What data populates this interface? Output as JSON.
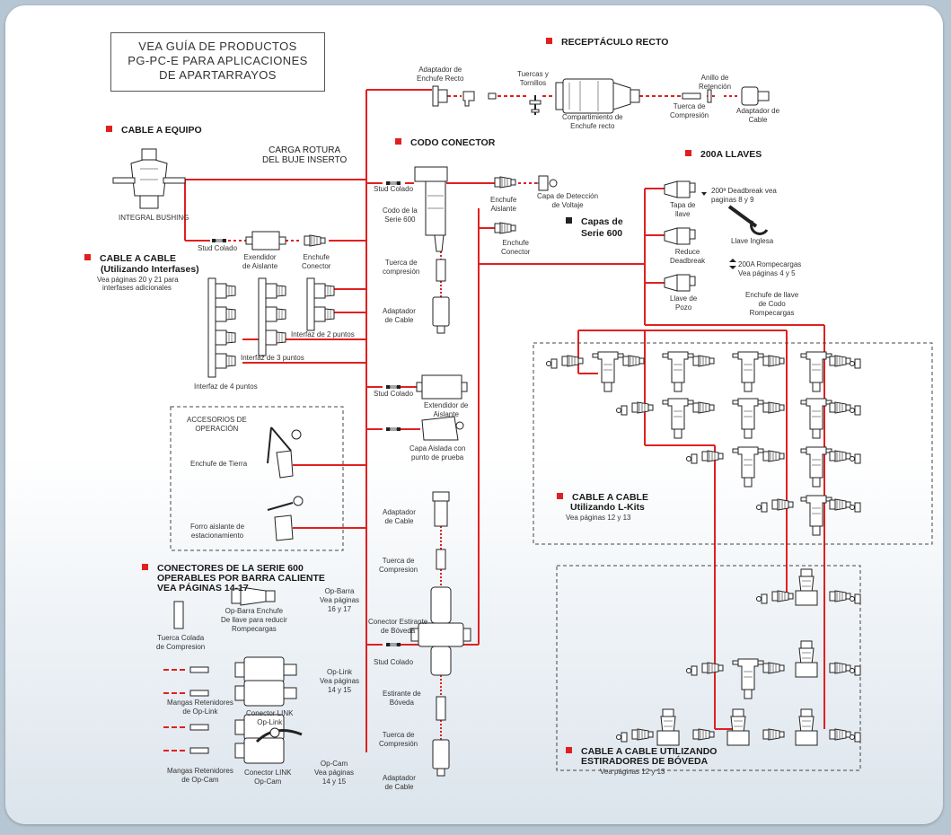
{
  "guide": {
    "line1": "VEA GUÍA DE PRODUCTOS",
    "line2": "PG-PC-E PARA APLICACIONES",
    "line3": "DE APARTARRAYOS"
  },
  "sections": {
    "receptaculo": "RECEPTÁCULO RECTO",
    "cable_equipo": "CABLE A EQUIPO",
    "codo": "CODO CONECTOR",
    "llaves": "200A LLAVES",
    "capas_serie_600_l1": "Capas de",
    "capas_serie_600_l2": "Serie 600",
    "cable_cable_l1": "CABLE A CABLE",
    "cable_cable_l2": "(Utilizando Interfases)",
    "cable_cable_l3": "Vea páginas 20 y 21 para",
    "cable_cable_l4": "interfases adicionales",
    "conectores_l1": "CONECTORES DE LA SERIE 600",
    "conectores_l2": "OPERABLES POR BARRA CALIENTE",
    "conectores_l3": "VEA PÁGINAS 14-17",
    "lkits_l1": "CABLE A CABLE",
    "lkits_l2": "Utilizando L-Kits",
    "lkits_l3": "Vea páginas 12 y 13",
    "estiradores_l1": "CABLE A CABLE UTILIZANDO",
    "estiradores_l2": "ESTIRADORES DE BÓVEDA",
    "estiradores_l3": "Vea páginas 12 y 13"
  },
  "labels": {
    "adaptador_enchufe_l1": "Adaptador de",
    "adaptador_enchufe_l2": "Enchufe Recto",
    "tuercas_l1": "Tuercas y",
    "tuercas_l2": "Tornillos",
    "compartimiento_l1": "Compartimiento de",
    "compartimiento_l2": "Enchufe recto",
    "anillo_l1": "Anillo de",
    "anillo_l2": "Retención",
    "tuerca_comp_l1": "Tuerca de",
    "tuerca_comp_l2": "Compresión",
    "adaptador_cable_top_l1": "Adaptador de",
    "adaptador_cable_top_l2": "Cable",
    "carga_l1": "CARGA ROTURA",
    "carga_l2": "DEL BUJE INSERTO",
    "integral_bushing": "INTEGRAL BUSHING",
    "stud_colado_1": "Stud Colado",
    "stud_colado_2": "Stud Colado",
    "stud_colado_3": "Stud Colado",
    "stud_colado_4": "Stud Colado",
    "codo_600_l1": "Codo de la",
    "codo_600_l2": "Serie 600",
    "tuerca_compresion_l1": "Tuerca de",
    "tuerca_compresion_l2": "compresión",
    "adaptador_cable_mid_l1": "Adaptador",
    "adaptador_cable_mid_l2": "de Cable",
    "enchufe_aislante_l1": "Enchufe",
    "enchufe_aislante_l2": "Aislante",
    "capa_deteccion_l1": "Capa de Detección",
    "capa_deteccion_l2": "de Voltaje",
    "enchufe_conector_l1": "Enchufe",
    "enchufe_conector_l2": "Conector",
    "exendidor_l1": "Exendidor",
    "exendidor_l2": "de Aislante",
    "enchufe_conector2_l1": "Enchufe",
    "enchufe_conector2_l2": "Conector",
    "interfaz2": "Interfaz de 2 puntos",
    "interfaz3": "Interfaz de 3 puntos",
    "interfaz4": "Interfaz de 4 puntos",
    "extendidor_l1": "Extendidor de",
    "extendidor_l2": "Aislante",
    "capa_aislada_l1": "Capa Aislada con",
    "capa_aislada_l2": "punto de prueba",
    "accesorios_l1": "ACCESORIOS DE",
    "accesorios_l2": "OPERACIÓN",
    "enchufe_tierra": "Enchufe de Tierra",
    "forro_l1": "Forro aislante de",
    "forro_l2": "estacionamiento",
    "tapa_llave_l1": "Tapa de",
    "tapa_llave_l2": "llave",
    "deadbreak_note_l1": "200ª Deadbreak vea",
    "deadbreak_note_l2": "paginas 8 y 9",
    "llave_inglesa": "Llave Inglesa",
    "reduce_l1": "Reduce",
    "reduce_l2": "Deadbreak",
    "rompecargas_l1": "200A Rompecargas",
    "rompecargas_l2": "Vea páginas 4 y 5",
    "llave_pozo_l1": "Llave de",
    "llave_pozo_l2": "Pozo",
    "enchufe_codo_l1": "Enchufe de llave",
    "enchufe_codo_l2": "de Codo",
    "enchufe_codo_l3": "Rompecargas",
    "adaptador_cable_low_l1": "Adaptador",
    "adaptador_cable_low_l2": "de Cable",
    "tuerca_compresion2_l1": "Tuerca de",
    "tuerca_compresion2_l2": "Compresion",
    "conector_estirante_l1": "Conector Estirante",
    "conector_estirante_l2": "de Bóveda",
    "estirante_l1": "Estirante de",
    "estirante_l2": "Bóveda",
    "tuerca_compresion3_l1": "Tuerca de",
    "tuerca_compresion3_l2": "Compresión",
    "adaptador_cable_bot_l1": "Adaptador",
    "adaptador_cable_bot_l2": "de Cable",
    "tuerca_colada_l1": "Tuerca Colada",
    "tuerca_colada_l2": "de Compresion",
    "opbarra_enchufe_l1": "Op-Barra Enchufe",
    "opbarra_enchufe_l2": "De llave para reducir",
    "opbarra_enchufe_l3": "Rompecargas",
    "opbarra_l1": "Op-Barra",
    "opbarra_l2": "Vea páginas",
    "opbarra_l3": "16 y 17",
    "oplink_l1": "Op-Link",
    "oplink_l2": "Vea páginas",
    "oplink_l3": "14 y 15",
    "mangas_link_l1": "Mangas Retenidores",
    "mangas_link_l2": "de Op-Link",
    "conector_link_l1": "Conector LINK",
    "conector_link_l2": "Op-Link",
    "mangas_cam_l1": "Mangas Retenidores",
    "mangas_cam_l2": "de Op-Cam",
    "conector_cam_l1": "Conector LINK",
    "conector_cam_l2": "Op-Cam",
    "opcam_l1": "Op-Cam",
    "opcam_l2": "Vea páginas",
    "opcam_l3": "14 y 15"
  },
  "colors": {
    "line": "#e02020",
    "bullet": "#e02020",
    "ink": "#333333",
    "background": "#b7c6d3"
  },
  "icons": [
    "bushing-icon",
    "plug-icon",
    "elbow-icon",
    "splice-icon",
    "wrench-icon",
    "cap-icon",
    "stud-icon"
  ]
}
